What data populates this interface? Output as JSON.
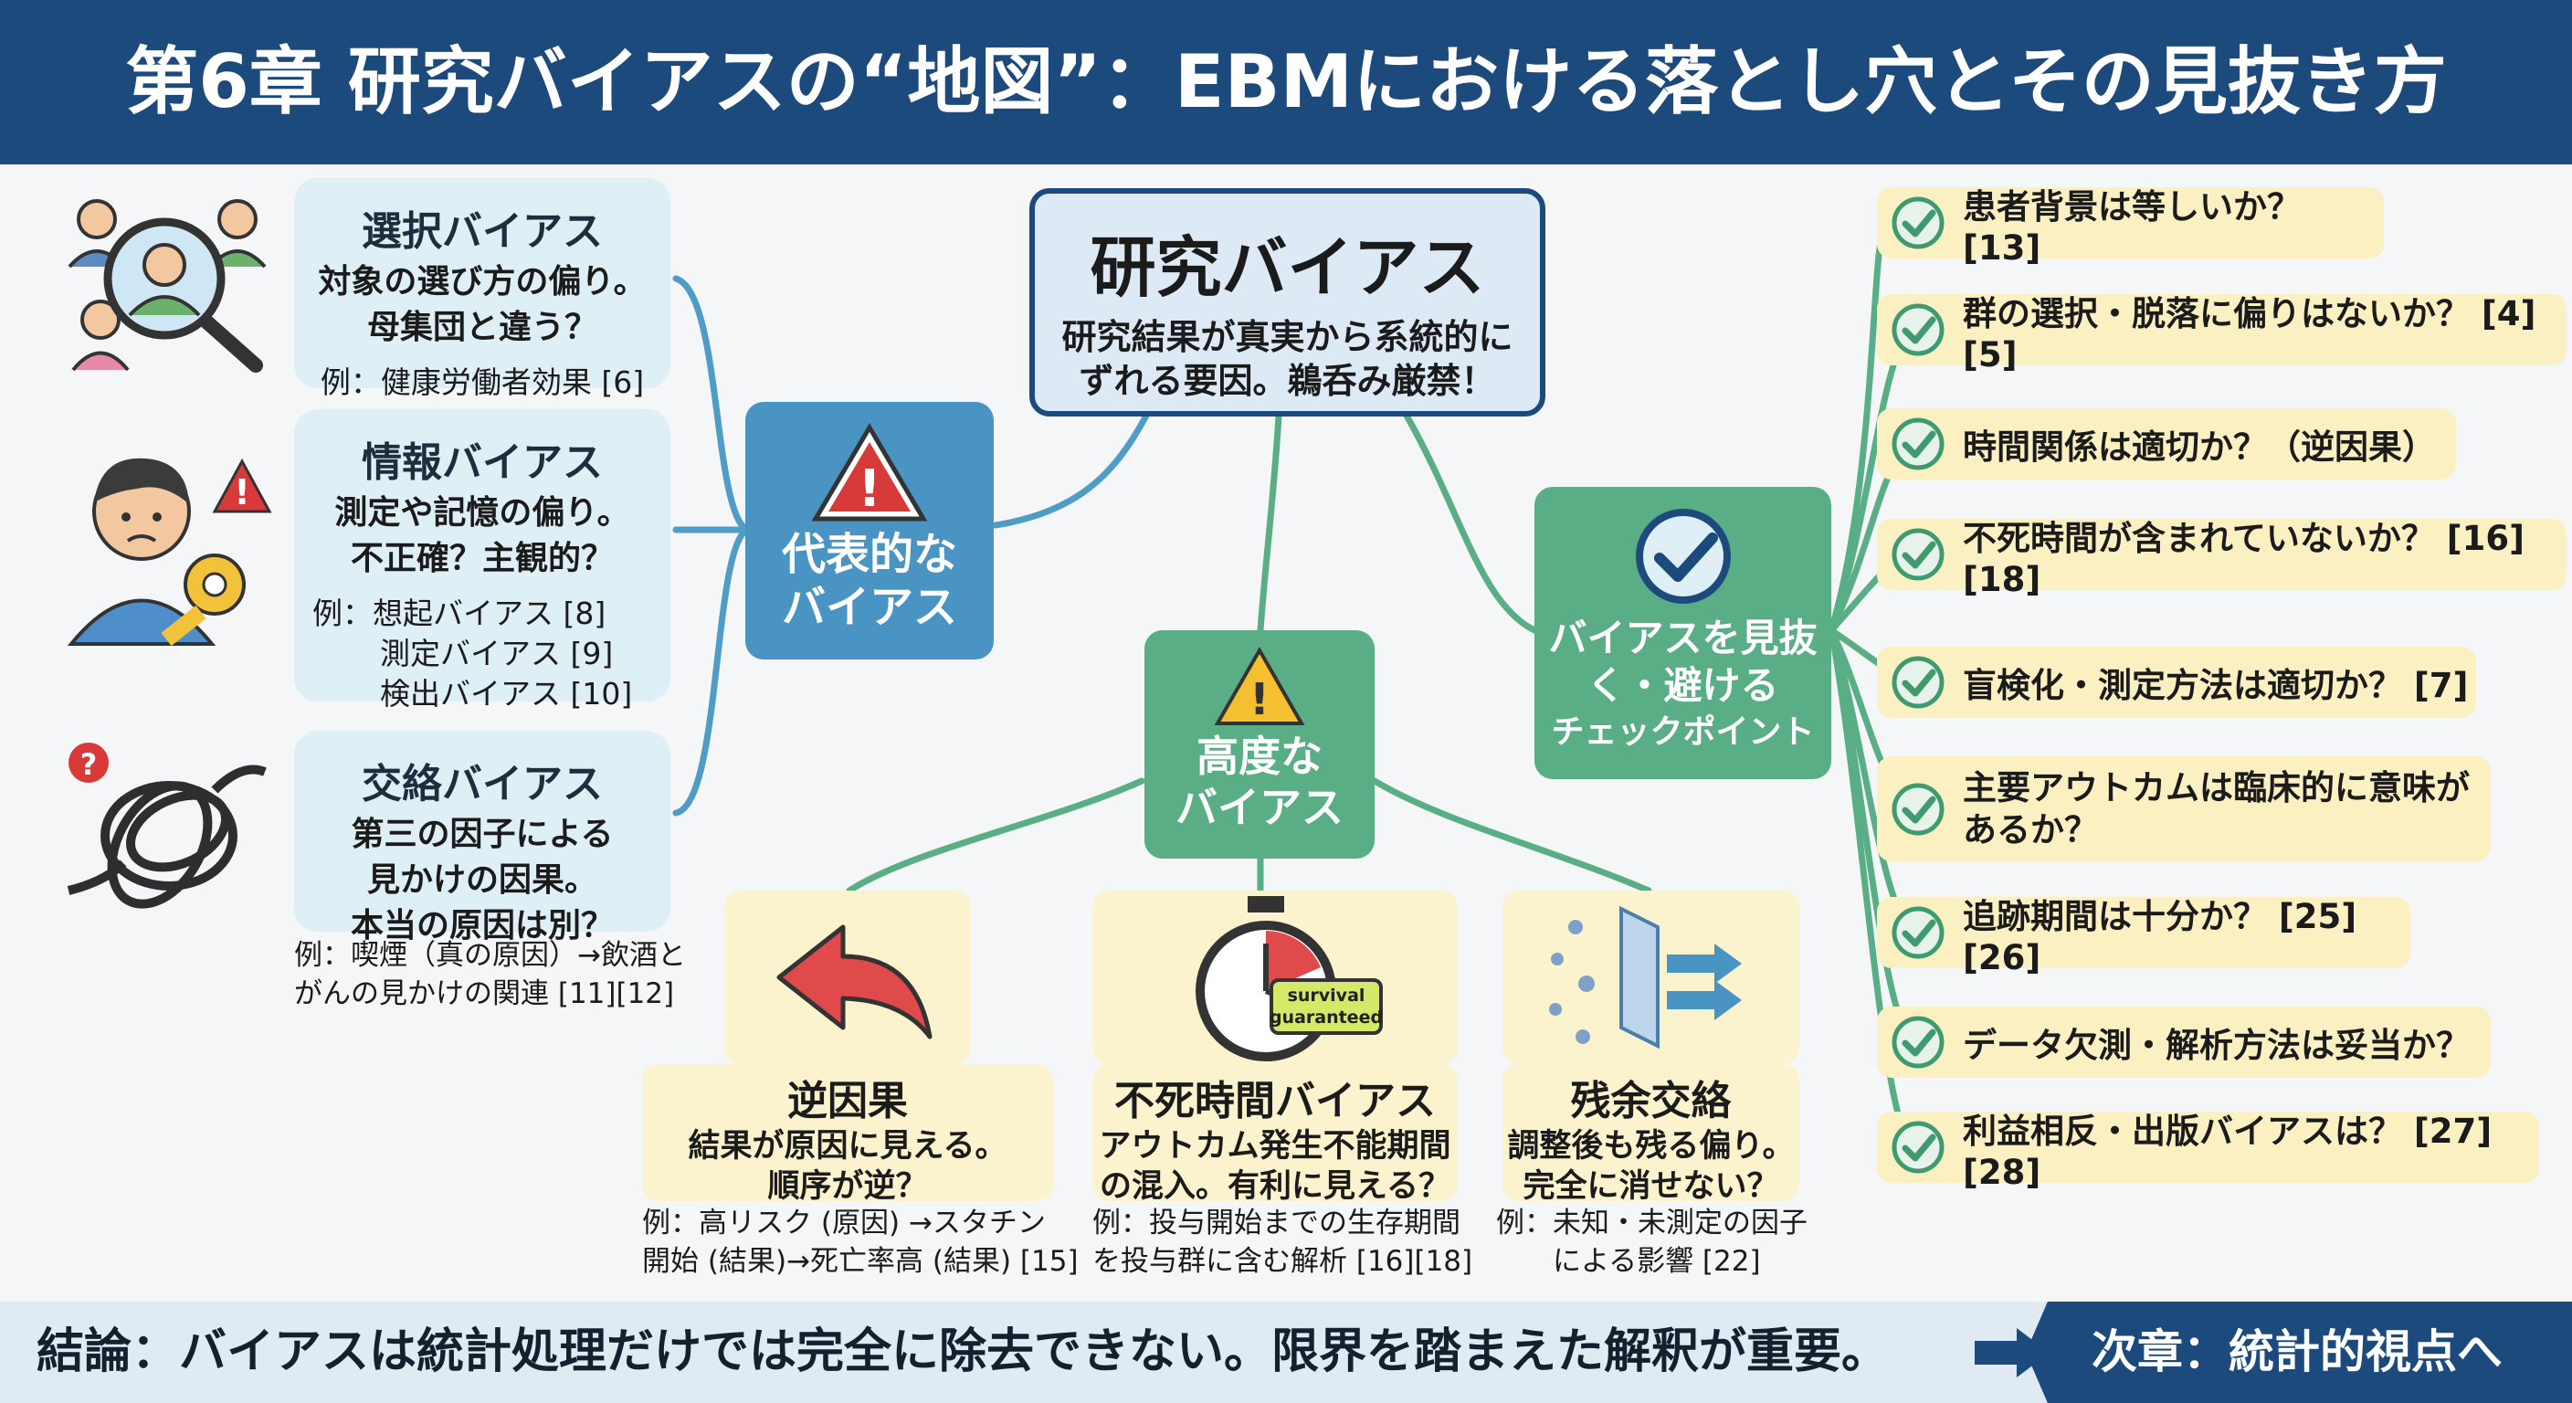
{
  "header": {
    "title": "第6章 研究バイアスの“地図”：EBMにおける落とし穴とその見抜き方"
  },
  "center": {
    "title": "研究バイアス",
    "desc_1": "研究結果が真実から系統的に",
    "desc_2": "ずれる要因。鵜呑み厳禁！"
  },
  "hubs": {
    "representative": {
      "line1": "代表的な",
      "line2": "バイアス"
    },
    "advanced": {
      "line1": "高度な",
      "line2": "バイアス"
    },
    "check": {
      "line1": "バイアスを見抜",
      "line2": "く・避ける",
      "line3": "チェックポイント"
    }
  },
  "left": [
    {
      "title": "選択バイアス",
      "desc_1": "対象の選び方の偏り。",
      "desc_2": "母集団と違う？",
      "ex_1": "例：健康労働者効果 [6]"
    },
    {
      "title": "情報バイアス",
      "desc_1": "測定や記憶の偏り。",
      "desc_2": "不正確？主観的？",
      "ex_1": "例：想起バイアス [8]",
      "ex_2": "測定バイアス [9]",
      "ex_3": "検出バイアス [10]"
    },
    {
      "title": "交絡バイアス",
      "desc_1": "第三の因子による",
      "desc_2": "見かけの因果。",
      "desc_3": "本当の原因は別？",
      "ex_1": "例：喫煙（真の原因）→飲酒と",
      "ex_2": "がんの見かけの関連 [11][12]"
    }
  ],
  "bottom": [
    {
      "title": "逆因果",
      "desc_1": "結果が原因に見える。",
      "desc_2": "順序が逆？",
      "ex_1": "例：高リスク (原因) →スタチン",
      "ex_2": "開始 (結果)→死亡率高 (結果) [15]"
    },
    {
      "title": "不死時間バイアス",
      "desc_1": "アウトカム発生不能期間",
      "desc_2": "の混入。有利に見える？",
      "ex_1": "例：投与開始までの生存期間",
      "ex_2": "を投与群に含む解析 [16][18]",
      "tag_1": "survival",
      "tag_2": "guaranteed"
    },
    {
      "title": "残余交絡",
      "desc_1": "調整後も残る偏り。",
      "desc_2": "完全に消せない？",
      "ex_1": "例：未知・未測定の因子",
      "ex_2": "による影響 [22]"
    }
  ],
  "checklist": [
    {
      "text": "患者背景は等しいか？ [13]"
    },
    {
      "text": "群の選択・脱落に偏りはないか？ [4][5]"
    },
    {
      "text": "時間関係は適切か？（逆因果）"
    },
    {
      "text": "不死時間が含まれていないか？ [16][18]"
    },
    {
      "text": "盲検化・測定方法は適切か？ [7]"
    },
    {
      "text": "主要アウトカムは臨床的に意味が",
      "text2": "あるか？"
    },
    {
      "text": "追跡期間は十分か？ [25][26]"
    },
    {
      "text": "データ欠測・解析方法は妥当か？"
    },
    {
      "text": "利益相反・出版バイアスは？ [27][28]"
    }
  ],
  "footer": {
    "conclusion": "結論：バイアスは統計処理だけでは完全に除去できない。限界を踏まえた解釈が重要。",
    "next": "次章：統計的視点へ"
  },
  "colors": {
    "header": "#1d4a7c",
    "blue_hub": "#4a94c4",
    "green_hub": "#5aae86",
    "yellow_box": "#fbf3cd",
    "left_box": "#dfeff6"
  }
}
